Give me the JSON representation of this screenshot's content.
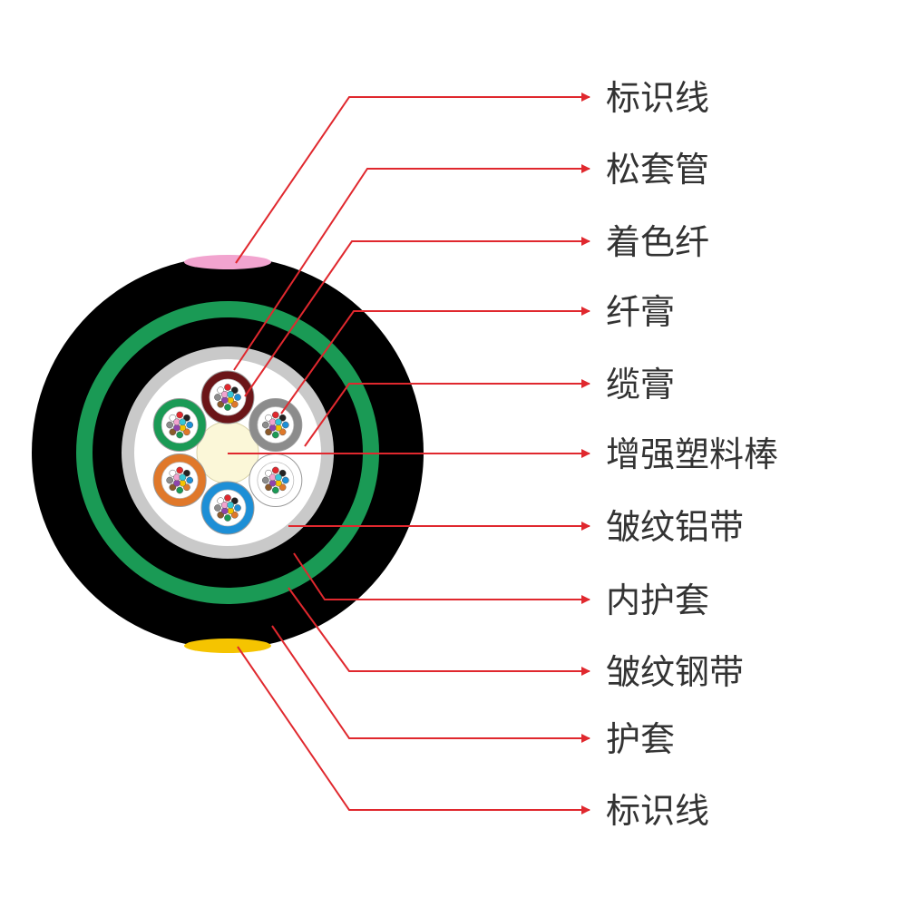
{
  "colors": {
    "leader": "#e0282e",
    "outer_sheath": "#000000",
    "steel_band": "#1a9a55",
    "inner_sheath": "#000000",
    "aluminum_band": "#c9c9c9",
    "core_fill": "#ffffff",
    "center_rod": "#fbf7d8",
    "marker_top": "#f2a4cf",
    "marker_bottom": "#f5c400",
    "label_text": "#333333"
  },
  "labels": [
    "标识线",
    "松套管",
    "着色纤",
    "纤膏",
    "缆膏",
    "增强塑料棒",
    "皱纹铝带",
    "内护套",
    "皱纹钢带",
    "护套",
    "标识线"
  ],
  "tubes": [
    {
      "color": "#6b1518",
      "name": "brown-tube"
    },
    {
      "color": "#8c8c8c",
      "name": "gray-tube"
    },
    {
      "color": "#ffffff",
      "name": "white-tube"
    },
    {
      "color": "#1d8fd6",
      "name": "blue-tube"
    },
    {
      "color": "#e0782a",
      "name": "orange-tube"
    },
    {
      "color": "#1a9a55",
      "name": "green-tube"
    }
  ],
  "fiber_colors": [
    "#1d8fd6",
    "#e0782a",
    "#1a9a55",
    "#8b5a2b",
    "#8c8c8c",
    "#ffffff",
    "#e0282e",
    "#222222",
    "#f5c400",
    "#8e44ad",
    "#f2a4cf",
    "#35c6d6"
  ]
}
